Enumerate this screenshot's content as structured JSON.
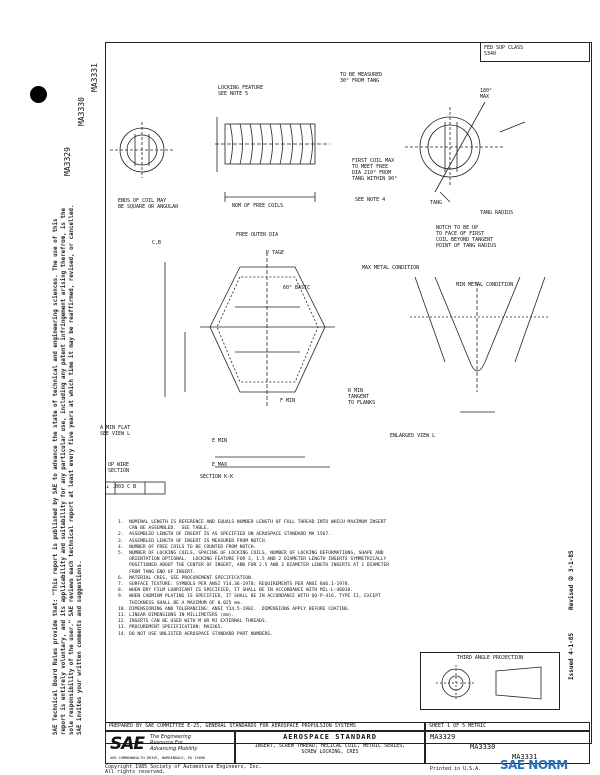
{
  "left_margin": {
    "doc_codes": [
      "MA3329",
      "MA3330",
      "MA3331"
    ],
    "disclaimer": "SAE Technical Board Rules provide that: \"This report is published by SAE to advance the state of technical and engineering sciences. The use of this report is entirely voluntary, and its applicability and suitability for any particular use, including any patent infringement arising therefrom, is the sole responsibility of the user.\" SAE reviews each technical report at least every five years at which time it may be reaffirmed, revised, or cancelled. SAE invites your written comments and suggestions."
  },
  "header": {
    "fed_sup_class_label": "FED SUP CLASS",
    "fed_sup_class_value": "5340"
  },
  "drawing_labels": {
    "locking_feature": "LOCKING FEATURE\nSEE NOTE 5",
    "to_be_measured": "TO BE MEASURED\n30° FROM TANG",
    "angle_180": "180°\nMAX",
    "first_coil": "FIRST COIL MAX\nTO MEET FREE\nDIA 210° FROM\nTANG WITHIN 90°",
    "ends_of_coil": "ENDS OF COIL MAY\nBE SQUARE OR ANGULAR",
    "nom_free_coils": "NOM OF FREE COILS",
    "see_note_4": "SEE NOTE 4",
    "free_outer_dia": "FREE OUTER DIA",
    "tang": "TANG",
    "tang_radius": "TANG RADIUS",
    "notch": "NOTCH TO BE UP\nTO FACE OF FIRST\nCOIL BEYOND TANGENT\nPOINT OF TANG RADIUS",
    "max_metal_condition": "MAX METAL CONDITION",
    "min_metal_condition": "MIN METAL CONDITION",
    "basic_60": "60° BASIC",
    "p_tage": "P TAGE",
    "section_kk": "SECTION K-K",
    "a_min_flat": "A MIN FLAT\nSEE VIEW L",
    "r_min": "R MIN\nTANGENT\nTO FLANKS",
    "enlarged_view": "ENLARGED VIEW L",
    "op_wire": "OP WIRE\nSECTION",
    "e_min": "E MIN",
    "e_max": "E MAX",
    "f_min": "F MIN",
    "tolerance_box": "⊥ .003 C B",
    "cb": "C,B"
  },
  "notes": [
    "1.  NOMINAL LENGTH IS REFERENCE AND EQUALS NUMBER LENGTH OF FULL THREAD INTO WHICH MAXIMUM INSERT",
    "    CAN BE ASSEMBLED.  SEE TABLE.",
    "2.  ASSEMBLED LENGTH OF INSERT IS AS SPECIFIED ON AEROSPACE STANDARD MA 1567.",
    "3.  ASSEMBLED LENGTH OF INSERT IS MEASURED FROM NOTCH.",
    "4.  NUMBER OF FREE COILS TO BE COUNTED FROM NOTCH.",
    "5.  NUMBER OF LOCKING COILS, SPACING OF LOCKING COILS, NUMBER OF LOCKING DEFORMATIONS, SHAPE AND",
    "    ORIENTATION OPTIONAL.  LOCKING FEATURE FOR 3, 1.5 AND 2 DIAMETER LENGTH INSERTS SYMMETRICALLY",
    "    POSITIONED ABOUT THE CENTER OF INSERT, AND FOR 2.5 AND 3 DIAMETER LENGTH INSERTS AT 1 DIAMETER",
    "    FROM TANG END OF INSERT.",
    "6.  MATERIAL CRES, SEE PROCUREMENT SPECIFICATION.",
    "7.  SURFACE TEXTURE: SYMBOLS PER ANSI Y14.36-1978; REQUIREMENTS PER ANSI B46.1-1978.",
    "8.  WHEN DRY FILM LUBRICANT IS SPECIFIED, IT SHALL BE IN ACCORDANCE WITH MIL-L-46010.",
    "9.  WHEN CADMIUM PLATING IS SPECIFIED, IT SHALL BE IN ACCORDANCE WITH QQ-P-416, TYPE II, EXCEPT",
    "    THICKNESS SHALL BE A MAXIMUM OF 0.025 mm.",
    "10. DIMENSIONING AND TOLERANCING: ANSI Y14.5-1982.  DIMENSIONS APPLY BEFORE COATING.",
    "11. LINEAR DIMENSIONS IN MILLIMETERS (mm).",
    "12. INSERTS CAN BE USED WITH M OR MJ EXTERNAL THREADS.",
    "13. PROCUREMENT SPECIFICATION: MA3365.",
    "14. DO NOT USE UNLISTED AEROSPACE STANDARD PART NUMBERS."
  ],
  "right_margin": {
    "revised": "Revised  ② 3-1-85",
    "issued": "Issued  4-1-85"
  },
  "third_angle": "THIRD ANGLE PROJECTION",
  "title_block": {
    "prepared_by": "PREPARED BY SAE COMMITTEE E-25, GENERAL STANDARDS FOR AEROSPACE PROPULSION SYSTEMS",
    "sheet": "SHEET 1 OF 5  METRIC",
    "sae_logo": "SAE",
    "sae_tagline": "The Engineering\nResource For\nAdvancing Mobility",
    "sae_address": "400 COMMONWEALTH DRIVE, WARRENDALE, PA 15096",
    "standard_type": "AEROSPACE  STANDARD",
    "part_title": "INSERT, SCREW THREAD, HELICAL COIL, METRIC SERIES,\nSCREW LOCKING, CRES",
    "doc_codes": [
      "MA3329",
      "MA3330",
      "MA3331"
    ]
  },
  "footer": {
    "copyright": "Copyright 1985 Society of Automotive Engineers, Inc.\nAll rights reserved.",
    "printed": "Printed in U.S.A.",
    "watermark": "SAE NORM"
  }
}
